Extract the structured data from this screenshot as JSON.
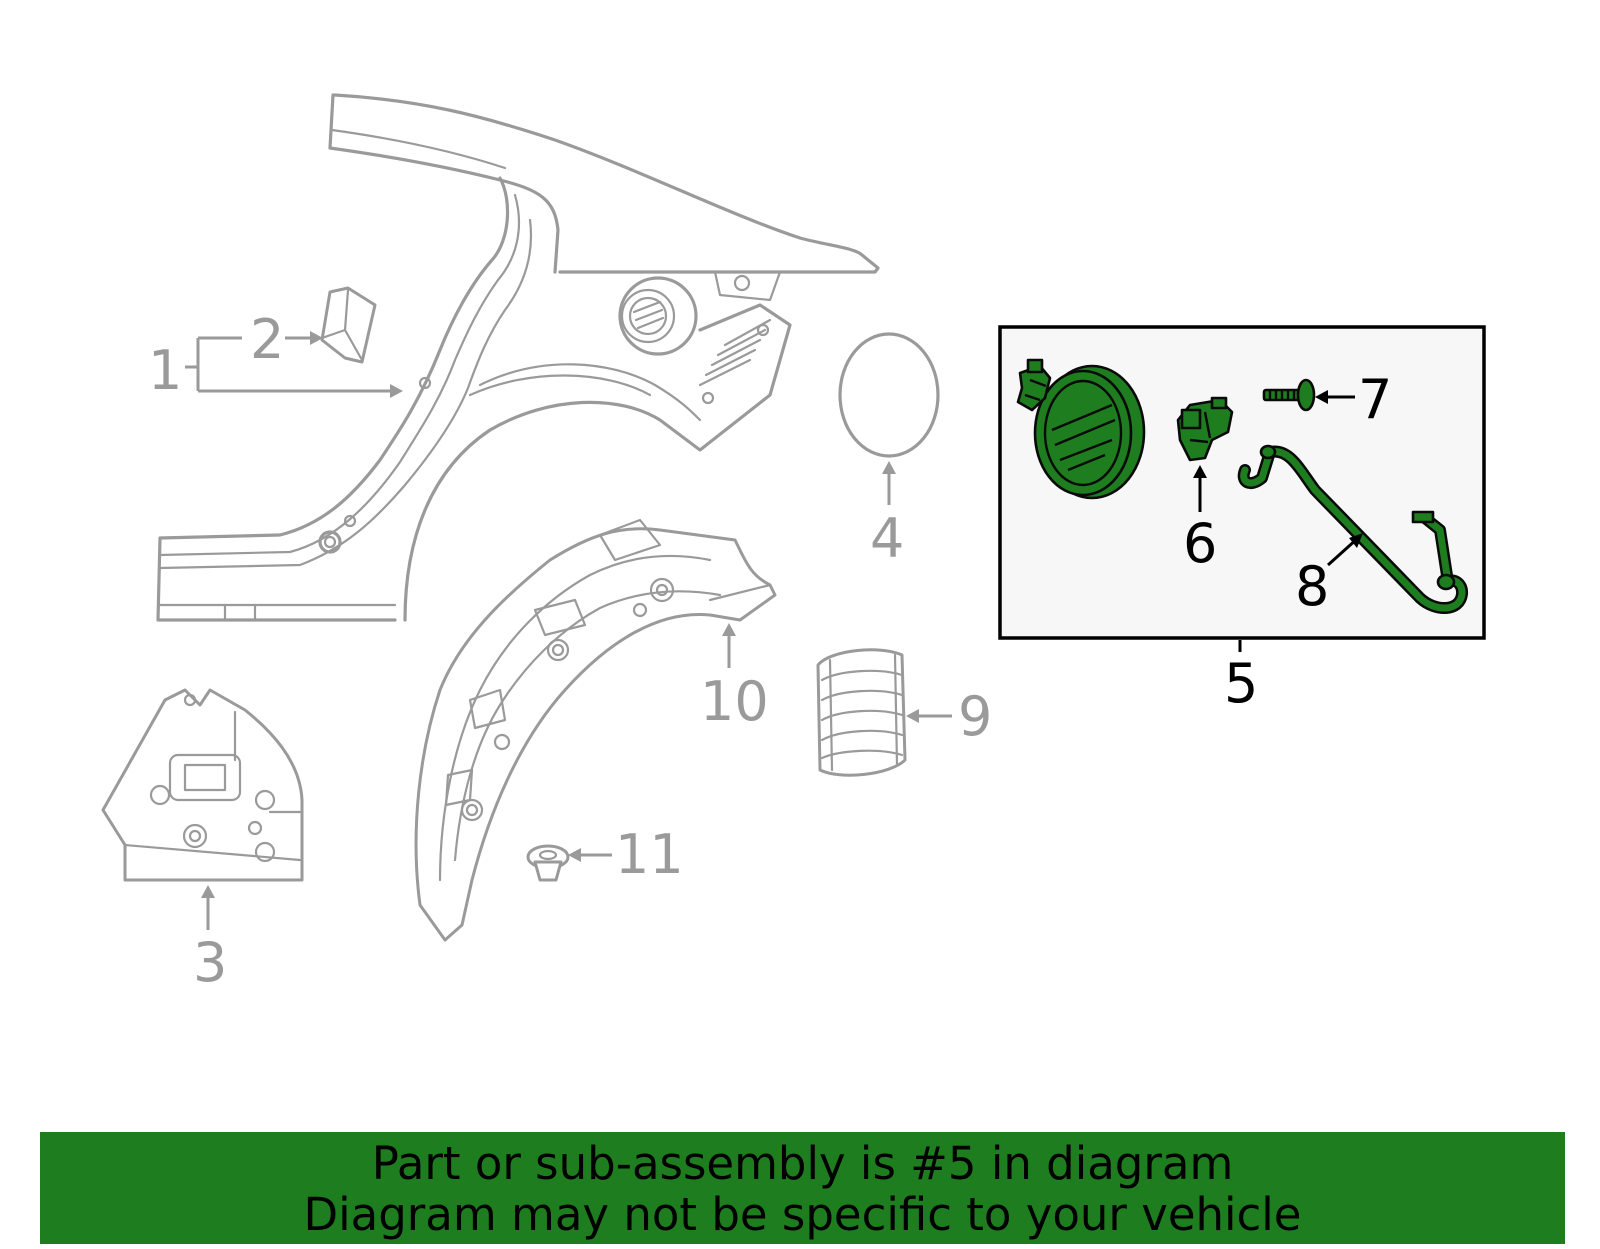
{
  "callouts": {
    "c1": "1",
    "c2": "2",
    "c3": "3",
    "c4": "4",
    "c5": "5",
    "c6": "6",
    "c7": "7",
    "c8": "8",
    "c9": "9",
    "c10": "10",
    "c11": "11"
  },
  "highlighted_part": "5",
  "banner": {
    "line1": "Part or sub-assembly is #5 in diagram",
    "line2": "Diagram may not be specific to your vehicle"
  },
  "colors": {
    "highlight_green": "#1e7d1e",
    "outline_gray": "#9a9a9a",
    "inset_background": "#f7f7f7"
  }
}
